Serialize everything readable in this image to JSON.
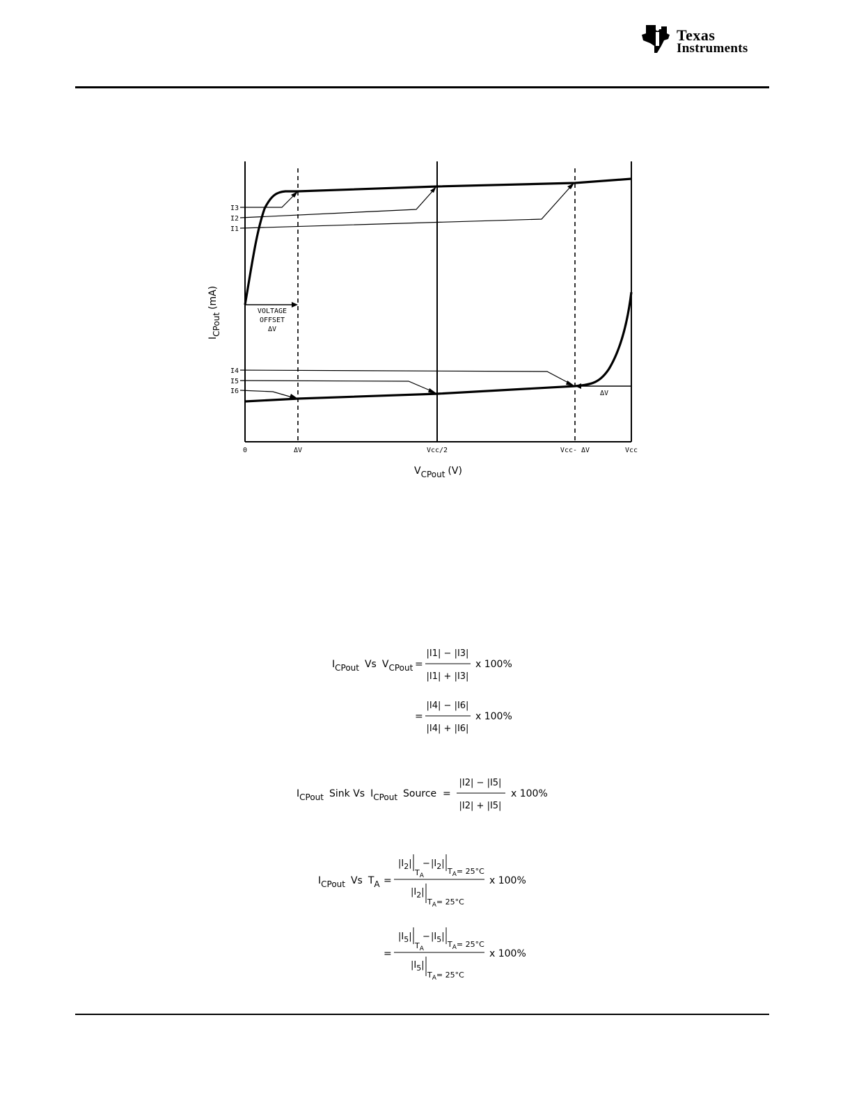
{
  "header": {
    "logo_line1": "Texas",
    "logo_line2": "Instruments"
  },
  "figure": {
    "y_axis_label_main": "I",
    "y_axis_label_sub": "CPout",
    "y_axis_label_unit": "(mA)",
    "x_axis_label_main": "V",
    "x_axis_label_sub": "CPout",
    "x_axis_label_unit": "(V)",
    "x_ticks": [
      "0",
      "ΔV",
      "Vcc/2",
      "Vcc- ΔV",
      "Vcc"
    ],
    "current_labels": [
      "I3",
      "I2",
      "I1",
      "I4",
      "I5",
      "I6"
    ],
    "offset_label_lines": [
      "VOLTAGE",
      "OFFSET",
      "ΔV"
    ],
    "dv_label": "ΔV"
  },
  "equations": {
    "eq1": {
      "lhs_a": "I",
      "lhs_a_sub": "CPout",
      "lhs_mid": "Vs",
      "lhs_b": "V",
      "lhs_b_sub": "CPout",
      "num": "|I1| − |I3|",
      "den": "|I1| + |I3|",
      "num2": "|I4| − |I6|",
      "den2": "|I4| + |I6|",
      "equals": "=",
      "times": "x 100%"
    },
    "eq2": {
      "lhs_a": "I",
      "lhs_a_sub": "CPout",
      "lhs_mid": "Sink Vs",
      "lhs_b": "I",
      "lhs_b_sub": "CPout",
      "lhs_end": "Source",
      "num": "|I2| − |I5|",
      "den": "|I2| + |I5|",
      "equals": "=",
      "times": "x 100%"
    },
    "eq3": {
      "lhs_a": "I",
      "lhs_a_sub": "CPout",
      "lhs_mid": "Vs",
      "lhs_b": "T",
      "lhs_b_sub": "A",
      "var1": "I",
      "var1_sub": "2",
      "var2": "I",
      "var2_sub": "5",
      "eval_ta": "T",
      "eval_ta_sub": "A",
      "eval_25": "= 25°C",
      "eval_25b": "T",
      "eval_25b_sub": "A",
      "minus": "−",
      "equals": "=",
      "times": "x 100%"
    }
  }
}
